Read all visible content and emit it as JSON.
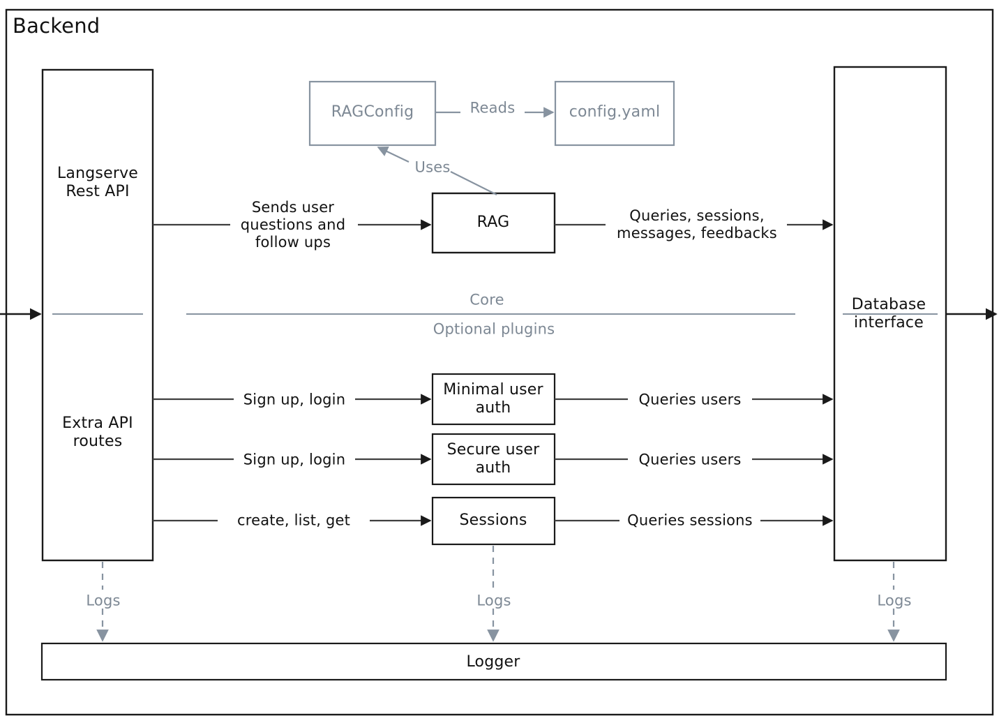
{
  "diagram": {
    "title": "Backend",
    "type": "architecture-block-diagram",
    "colors": {
      "dark": "#111111",
      "gray": "#7d8894",
      "gray_line": "#8793a0",
      "background": "#ffffff"
    }
  },
  "nodes": {
    "langserve": {
      "label": "Langserve\nRest API",
      "style": "dark"
    },
    "extra_routes": {
      "label": "Extra API\nroutes",
      "style": "dark"
    },
    "rag_config": {
      "label": "RAGConfig",
      "style": "gray"
    },
    "config_yaml": {
      "label": "config.yaml",
      "style": "gray"
    },
    "rag": {
      "label": "RAG",
      "style": "dark"
    },
    "minimal_auth": {
      "label": "Minimal user\nauth",
      "style": "dark"
    },
    "secure_auth": {
      "label": "Secure user\nauth",
      "style": "dark"
    },
    "sessions": {
      "label": "Sessions",
      "style": "dark"
    },
    "database_interface": {
      "label": "Database\ninterface",
      "style": "dark"
    },
    "logger": {
      "label": "Logger",
      "style": "dark"
    }
  },
  "sections": {
    "core": "Core",
    "optional_plugins": "Optional plugins"
  },
  "edges": {
    "reads": "Reads",
    "uses": "Uses",
    "sends_user_questions": "Sends user\nquestions and\nfollow ups",
    "queries_sessions_messages": "Queries, sessions,\nmessages, feedbacks",
    "sign_up_login_minimal": "Sign up, login",
    "sign_up_login_secure": "Sign up, login",
    "create_list_get": "create, list, get",
    "queries_users_minimal": "Queries users",
    "queries_users_secure": "Queries users",
    "queries_sessions": "Queries sessions",
    "logs_left": "Logs",
    "logs_center": "Logs",
    "logs_right": "Logs"
  }
}
